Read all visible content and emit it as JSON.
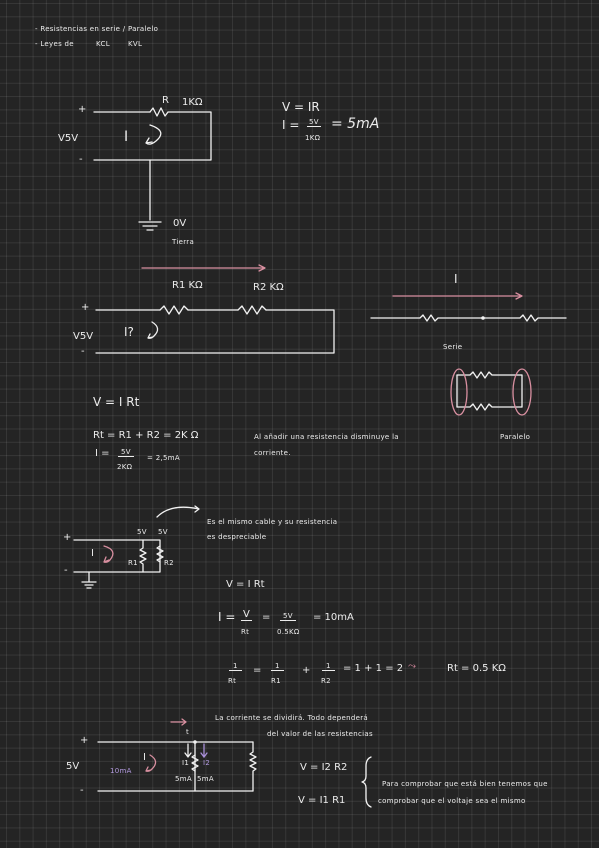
{
  "header": {
    "line1": "- Resistencias en serie / Paralelo",
    "line2": "- Leyes de",
    "kcl": "KCL",
    "kvl": "KVL"
  },
  "circuit1": {
    "plus": "+",
    "minus": "-",
    "source": "V5V",
    "current": "I",
    "resistor": "R",
    "resistor_value": "1KΩ",
    "ground_value": "0V",
    "ground_label": "Tierra",
    "eq1": "V = IR",
    "eq2_left": "I =",
    "eq2_num": "5V",
    "eq2_den": "1KΩ",
    "eq2_result": "= 5mA"
  },
  "circuit2": {
    "plus": "+",
    "minus": "-",
    "source": "V5V",
    "current": "I?",
    "r1": "R1 KΩ",
    "r2": "R2 KΩ",
    "eq_v": "V = I Rt",
    "eq_rt": "Rt = R1 + R2 = 2K Ω",
    "eq_i_left": "I =",
    "eq_i_num": "5V",
    "eq_i_den": "2KΩ",
    "eq_i_result": "= 2,5mA",
    "note_line1": "Al añadir una resistencia disminuye la",
    "note_line2": "corriente."
  },
  "side": {
    "current": "I",
    "serie": "Serie",
    "paralelo": "Paralelo"
  },
  "circuit3": {
    "plus": "+",
    "minus": "-",
    "v1": "5V",
    "v2": "5V",
    "current": "I",
    "r1": "R1",
    "r2": "R2",
    "note_line1": "Es el mismo cable y su resistencia",
    "note_line2": "es despreciable",
    "eq_v": "V = I Rt",
    "eq_i_left": "I =",
    "eq_i_num": "V",
    "eq_i_den": "Rt",
    "eq_i_eq": "=",
    "eq_i_num2": "5V",
    "eq_i_den2": "0.5KΩ",
    "eq_i_result": "= 10mA",
    "eq_r_num1": "1",
    "eq_r_den1": "Rt",
    "eq_r_eq": "=",
    "eq_r_num2": "1",
    "eq_r_den2": "R1",
    "eq_r_plus": "+",
    "eq_r_num3": "1",
    "eq_r_den3": "R2",
    "eq_r_sum": "= 1 + 1 = 2",
    "eq_r_result": "Rt = 0.5 KΩ"
  },
  "circuit4": {
    "plus": "+",
    "minus": "-",
    "source": "5V",
    "current_total": "10mA",
    "current": "I",
    "i1": "I1",
    "i2": "I2",
    "ma1": "5mA",
    "ma2": "5mA",
    "note_line1": "La corriente se dividirá. Todo dependerá",
    "note_line2": "del valor de las resistencias",
    "eq1": "V = I2 R2",
    "eq2": "V = I1 R1",
    "brace_line1": "Para comprobar que está bien tenemos que",
    "brace_line2": "comprobar que el voltaje sea el mismo"
  }
}
